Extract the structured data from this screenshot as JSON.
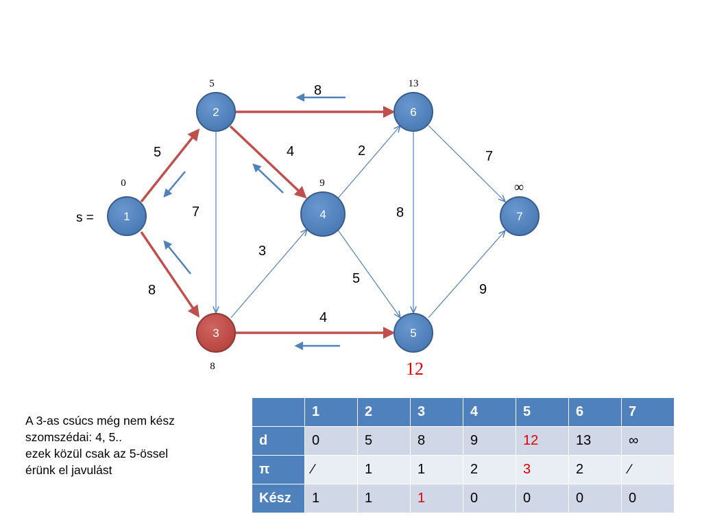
{
  "graph": {
    "source_label": "s =",
    "nodes": [
      {
        "id": "1",
        "distance": "0",
        "color": "#4f81bd"
      },
      {
        "id": "2",
        "distance": "5",
        "color": "#4f81bd"
      },
      {
        "id": "3",
        "distance": "8",
        "color": "#c0504d"
      },
      {
        "id": "4",
        "distance": "9",
        "color": "#4f81bd"
      },
      {
        "id": "5",
        "distance": "12",
        "color": "#4f81bd"
      },
      {
        "id": "6",
        "distance": "13",
        "color": "#4f81bd"
      },
      {
        "id": "7",
        "distance": "∞",
        "color": "#4f81bd"
      }
    ],
    "edges": [
      {
        "from": "1",
        "to": "2",
        "weight": "5",
        "tree": true
      },
      {
        "from": "1",
        "to": "3",
        "weight": "8",
        "tree": true
      },
      {
        "from": "2",
        "to": "6",
        "weight": "8",
        "tree": true
      },
      {
        "from": "2",
        "to": "4",
        "weight": "4",
        "tree": true
      },
      {
        "from": "2",
        "to": "3",
        "weight": "7",
        "tree": false
      },
      {
        "from": "3",
        "to": "4",
        "weight": "3",
        "tree": false
      },
      {
        "from": "3",
        "to": "5",
        "weight": "4",
        "tree": true
      },
      {
        "from": "4",
        "to": "6",
        "weight": "2",
        "tree": false
      },
      {
        "from": "4",
        "to": "5",
        "weight": "5",
        "tree": false
      },
      {
        "from": "6",
        "to": "5",
        "weight": "8",
        "tree": false
      },
      {
        "from": "6",
        "to": "7",
        "weight": "7",
        "tree": false
      },
      {
        "from": "5",
        "to": "7",
        "weight": "9",
        "tree": false
      }
    ],
    "colors": {
      "tree_edge": "#c0504d",
      "edge": "#4f81bd",
      "highlight": "#e00000"
    }
  },
  "note": {
    "lines": [
      "A 3-as csúcs még nem kész",
      "szomszédai: 4, 5..",
      "ezek közül csak az 5-össel",
      "érünk el javulást"
    ]
  },
  "table": {
    "header": [
      "",
      "1",
      "2",
      "3",
      "4",
      "5",
      "6",
      "7"
    ],
    "rows": [
      {
        "label": "d",
        "cells": [
          "0",
          "5",
          "8",
          "9",
          "12",
          "13",
          "∞"
        ],
        "highlight": [
          4
        ]
      },
      {
        "label": "π",
        "cells": [
          "∕",
          "1",
          "1",
          "2",
          "3",
          "2",
          "∕"
        ],
        "highlight": [
          4
        ]
      },
      {
        "label": "Kész",
        "cells": [
          "1",
          "1",
          "1",
          "0",
          "0",
          "0",
          "0"
        ],
        "highlight": [
          2
        ]
      }
    ]
  }
}
